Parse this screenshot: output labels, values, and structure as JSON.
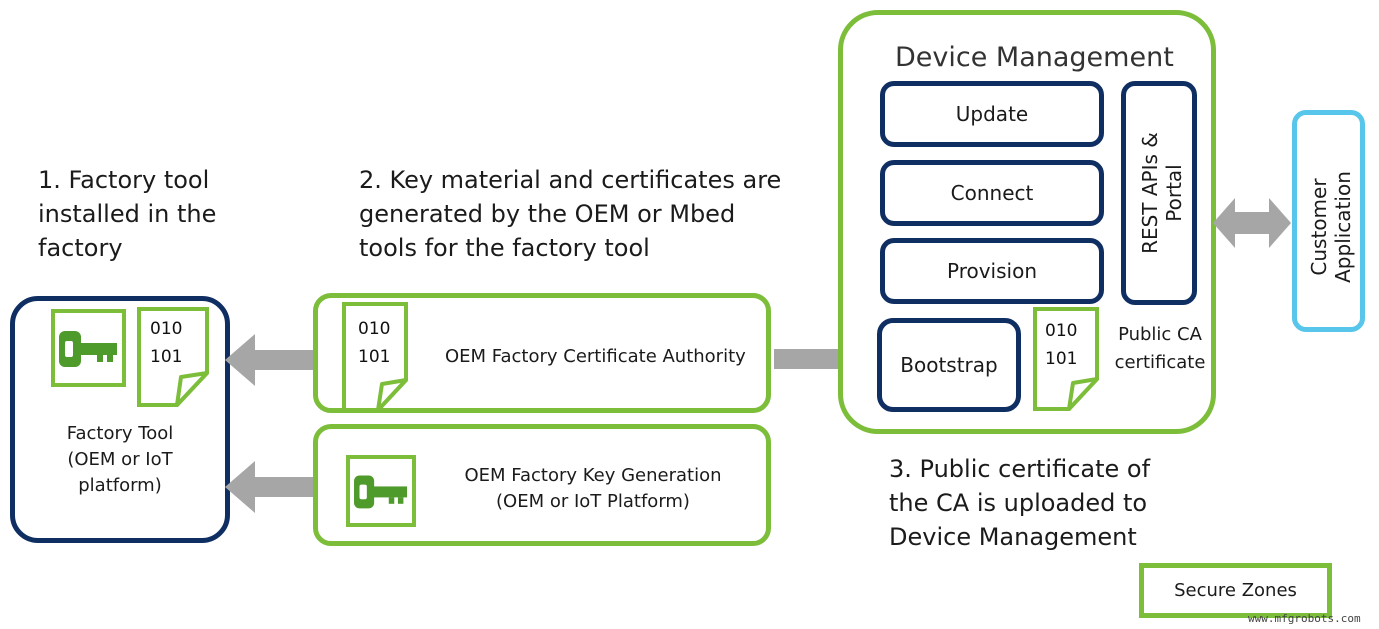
{
  "captions": {
    "step1": [
      "1. Factory tool",
      "installed in the",
      "factory"
    ],
    "step2": [
      "2. Key material and certificates are",
      "generated by the OEM or Mbed",
      "tools for the factory tool"
    ],
    "step3": [
      "3. Public certificate of",
      "the CA is uploaded to",
      "Device Management"
    ]
  },
  "factory_tool": {
    "label": [
      "Factory Tool",
      "(OEM or IoT",
      "platform)"
    ],
    "binary": [
      "010",
      "101"
    ]
  },
  "oem_ca": {
    "label": "OEM Factory Certificate Authority",
    "binary": [
      "010",
      "101"
    ]
  },
  "oem_keygen": {
    "label": [
      "OEM Factory Key Generation",
      "(OEM or IoT Platform)"
    ]
  },
  "device_management": {
    "title": "Device Management",
    "modules": [
      "Update",
      "Connect",
      "Provision",
      "Bootstrap"
    ],
    "rest": [
      "REST APIs &",
      "Portal"
    ],
    "public_ca_binary": [
      "010",
      "101"
    ],
    "public_ca_label": [
      "Public CA",
      "certificate"
    ]
  },
  "customer_app": [
    "Customer",
    "Application"
  ],
  "legend": {
    "secure_zones": "Secure Zones"
  },
  "watermark": "www.mfgrobots.com",
  "colors": {
    "green": "#7cbd3a",
    "navy": "#0f2f63",
    "cyan": "#57c6ea",
    "arrow": "#a6a6a6",
    "key": "#4e9a2a"
  },
  "icons": [
    "key-icon",
    "document-icon",
    "arrow-left",
    "arrow-right",
    "arrow-double"
  ]
}
